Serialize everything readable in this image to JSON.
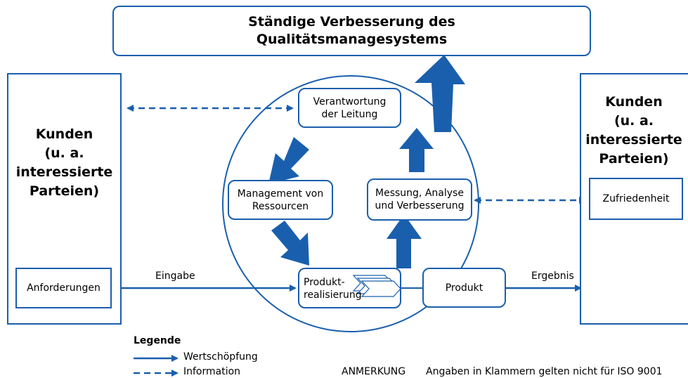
{
  "title": "Ständige Verbesserung des\nQualitätsmanagesystems",
  "left_customer": "Kunden\n(u. a.\ninteressierte\nParteien)",
  "right_customer": "Kunden\n(u. a.\ninteressierte\nParteien)",
  "requirements": "Anforderungen",
  "satisfaction": "Zufriedenheit",
  "management_responsibility": "Verantwortung\nder Leitung",
  "resource_management": "Management von\nRessourcen",
  "measurement": "Messung, Analyse\nund Verbesserung",
  "product_realization": "Produkt-\nrealisierung",
  "product": "Produkt",
  "input_label": "Eingabe",
  "output_label": "Ergebnis",
  "legend": {
    "heading": "Legende",
    "value_added": "Wertschöpfung",
    "information": "Information"
  },
  "note": {
    "label": "ANMERKUNG",
    "text": "Angaben in Klammern gelten nicht für ISO 9001"
  },
  "colors": {
    "accent": "#1a5fad",
    "stroke": "#1a5fad"
  }
}
